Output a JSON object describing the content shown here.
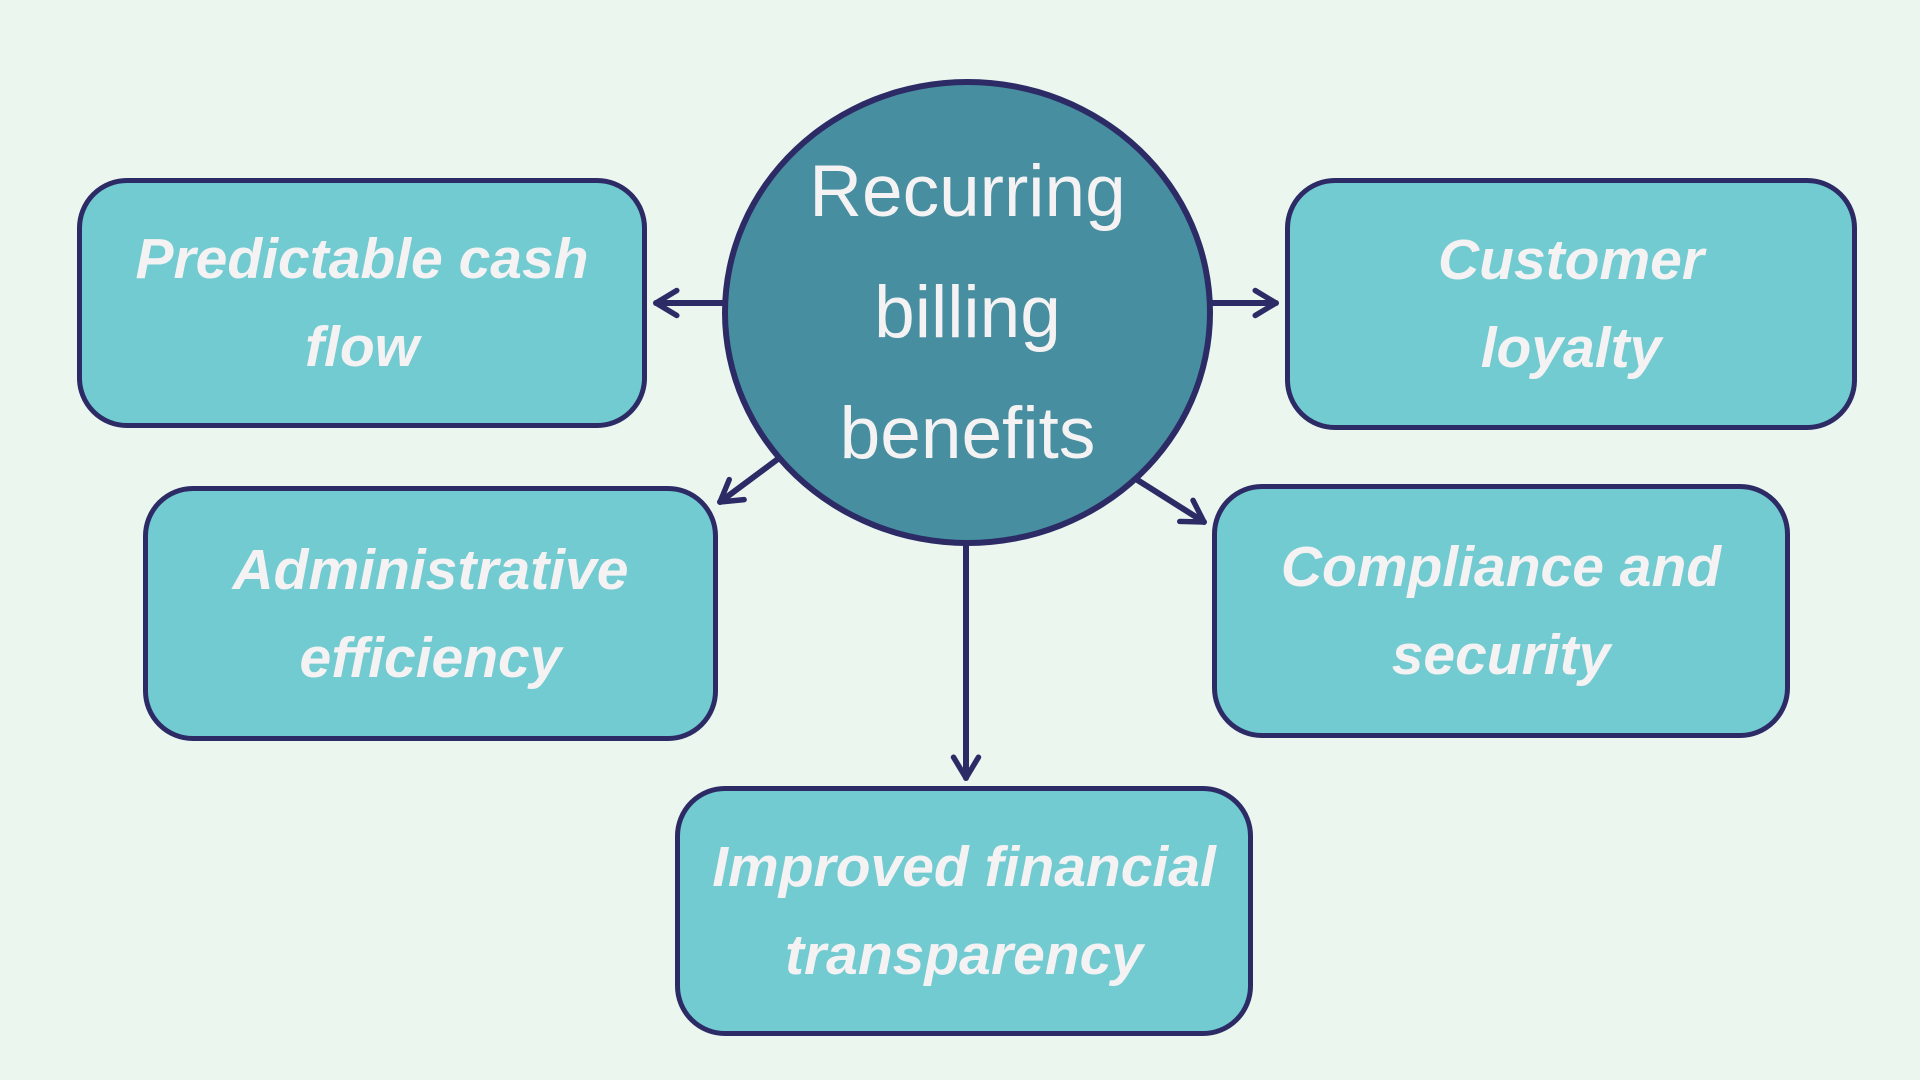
{
  "diagram": {
    "title_node": {
      "line1": "Recurring",
      "line2": "billing",
      "line3": "benefits"
    },
    "nodes": {
      "predictable": {
        "line1": "Predictable cash",
        "line2": "flow"
      },
      "customer": {
        "line1": "Customer",
        "line2": "loyalty"
      },
      "admin": {
        "line1": "Administrative",
        "line2": "efficiency"
      },
      "compliance": {
        "line1": "Compliance and",
        "line2": "security"
      },
      "transparency": {
        "line1": "Improved financial",
        "line2": "transparency"
      }
    }
  },
  "palette": {
    "background": "#eaf6ee",
    "node_fill": "#71cbd1",
    "center_fill": "#478fa0",
    "stroke": "#2d2b66",
    "text": "#f5f2f3"
  }
}
